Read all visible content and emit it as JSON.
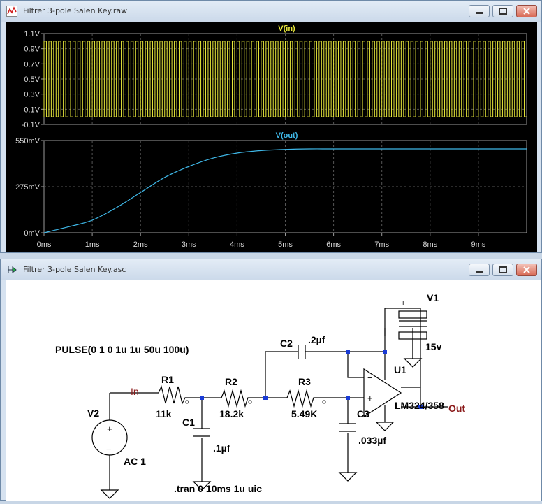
{
  "waveform_window": {
    "title": "Filtrer 3-pole Salen Key.raw",
    "traces": [
      {
        "name": "V(in)",
        "color": "#e8e83a",
        "y_ticks": [
          "1.1V",
          "0.9V",
          "0.7V",
          "0.5V",
          "0.3V",
          "0.1V",
          "-0.1V"
        ]
      },
      {
        "name": "V(out)",
        "color": "#3fb8e8",
        "y_ticks": [
          "550mV",
          "275mV",
          "0mV"
        ]
      }
    ],
    "x_ticks": [
      "0ms",
      "1ms",
      "2ms",
      "3ms",
      "4ms",
      "5ms",
      "6ms",
      "7ms",
      "8ms",
      "9ms"
    ]
  },
  "chart_data": [
    {
      "type": "line",
      "series": [
        {
          "name": "V(in)",
          "description": "pulse train",
          "low": 0,
          "high": 1,
          "period_ms": 0.1
        }
      ],
      "x_range_ms": [
        0,
        10
      ],
      "ylim": [
        -0.1,
        1.1
      ],
      "grid": true
    },
    {
      "type": "line",
      "series": [
        {
          "name": "V(out)",
          "x": [
            0,
            0.5,
            1,
            1.5,
            2,
            2.5,
            3,
            3.5,
            4,
            4.5,
            5,
            5.5,
            6,
            7,
            8,
            9,
            10
          ],
          "y": [
            0,
            35,
            75,
            150,
            240,
            330,
            395,
            445,
            475,
            490,
            497,
            500,
            500,
            500,
            500,
            500,
            500
          ]
        }
      ],
      "x_range_ms": [
        0,
        10
      ],
      "ylim": [
        0,
        550
      ],
      "grid": true
    }
  ],
  "schematic_window": {
    "title": "Filtrer 3-pole Salen Key.asc",
    "labels": {
      "pulse": "PULSE(0 1 0 1u 1u 50u 100u)",
      "in": "In",
      "out": "Out",
      "r1": "R1",
      "r1_val": "11k",
      "r2": "R2",
      "r2_val": "18.2k",
      "r3": "R3",
      "r3_val": "5.49K",
      "c1": "C1",
      "c1_val": ".1µf",
      "c2": "C2",
      "c2_val": ".2µf",
      "c3": "C3",
      "c3_val": ".033µf",
      "v1": "V1",
      "v1_val": "15v",
      "v2": "V2",
      "v2_val": "AC 1",
      "u1": "U1",
      "u1_val": "LM324/358",
      "tran": ".tran 0 10ms 1u uic",
      "plus": "+",
      "minus": "−"
    }
  }
}
